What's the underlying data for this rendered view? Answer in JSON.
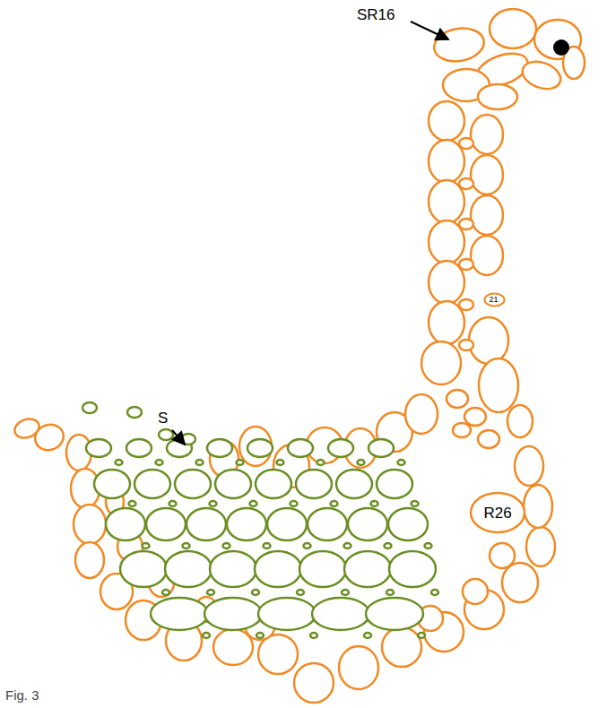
{
  "diagram": {
    "caption": "Fig. 3",
    "nodes": [
      {
        "text": [
          "21"
        ]
      }
    ],
    "labels": [
      "SR16",
      "S",
      "R26"
    ]
  }
}
